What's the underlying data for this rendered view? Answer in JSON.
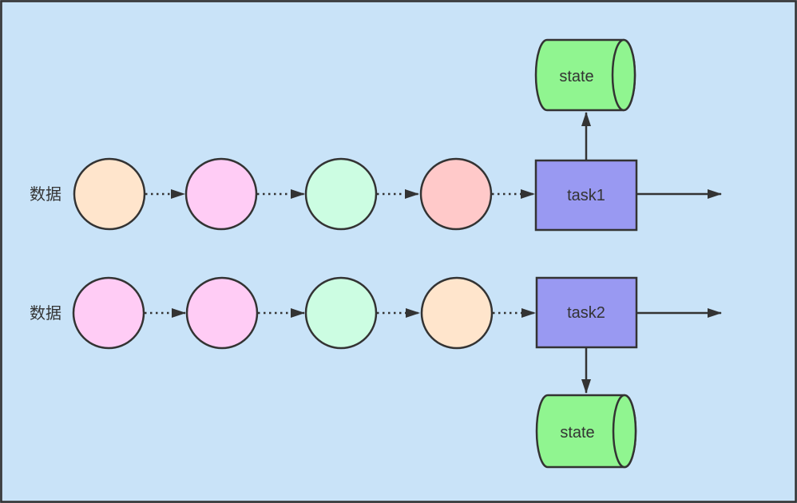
{
  "diagram_type": "dataflow-diagram",
  "colors": {
    "background": "#c9e3f8",
    "outline": "#333333",
    "text": "#333333",
    "circle_peach": "#ffe5cc",
    "circle_pink": "#ffccf5",
    "circle_mint": "#ccfde2",
    "circle_salmon": "#ffc9c9",
    "task_box": "#9999f2",
    "state_cylinder": "#90f590"
  },
  "rows": [
    {
      "label": "数据",
      "circle_colors": [
        "peach",
        "pink",
        "mint",
        "salmon"
      ],
      "task": "task1",
      "state": "state",
      "state_position": "above"
    },
    {
      "label": "数据",
      "circle_colors": [
        "pink",
        "pink",
        "mint",
        "peach"
      ],
      "task": "task2",
      "state": "state",
      "state_position": "below"
    }
  ]
}
